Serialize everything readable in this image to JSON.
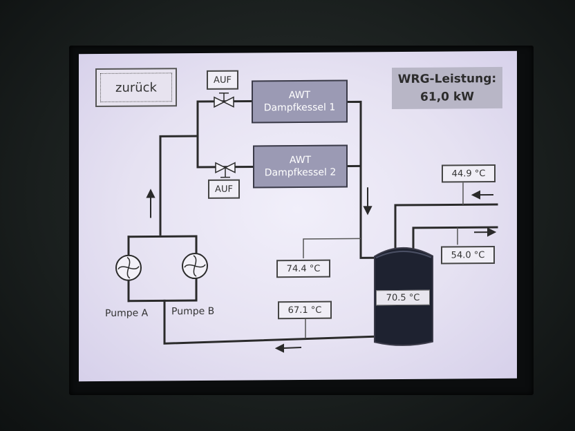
{
  "nav": {
    "back_label": "zurück"
  },
  "power": {
    "label": "WRG-Leistung:",
    "value": "61,0 kW"
  },
  "valves": [
    {
      "status": "AUF"
    },
    {
      "status": "AUF"
    }
  ],
  "exchangers": [
    {
      "line1": "AWT",
      "line2": "Dampfkessel 1"
    },
    {
      "line1": "AWT",
      "line2": "Dampfkessel 2"
    }
  ],
  "pumps": [
    {
      "label": "Pumpe A"
    },
    {
      "label": "Pumpe B"
    }
  ],
  "temperatures": {
    "inlet_right": "44.9 °C",
    "outlet_right": "54.0 °C",
    "supply": "74.4 °C",
    "return": "67.1 °C",
    "tank": "70.5 °C"
  },
  "colors": {
    "screen_bg": "#ebe8f4",
    "exchanger_fill": "#9b9ab4",
    "tank_fill": "#1e2230",
    "pipe": "#2a2a2a"
  },
  "icons": [
    "valve-icon",
    "fan-icon",
    "arrow-up-icon",
    "arrow-down-icon",
    "arrow-left-icon",
    "arrow-right-icon",
    "tank-icon"
  ]
}
